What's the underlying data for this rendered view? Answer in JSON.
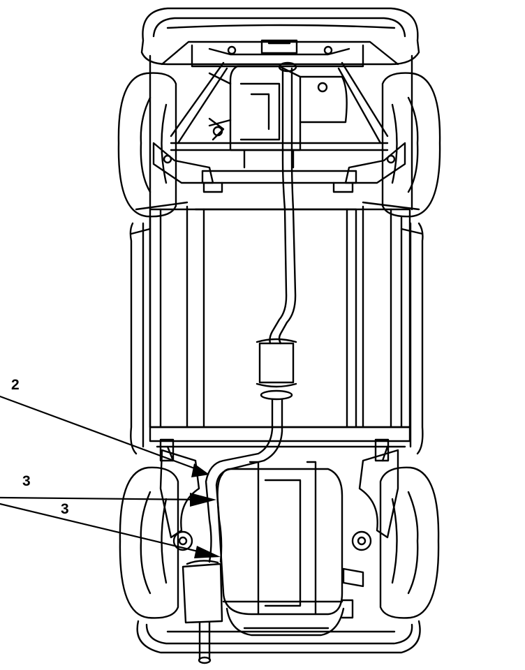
{
  "callouts": [
    {
      "id": "callout-2",
      "label": "2"
    },
    {
      "id": "callout-3-upper",
      "label": "3"
    },
    {
      "id": "callout-3-lower",
      "label": "3"
    }
  ],
  "colors": {
    "line": "#000000",
    "background": "#ffffff",
    "arrow": "#000000"
  }
}
